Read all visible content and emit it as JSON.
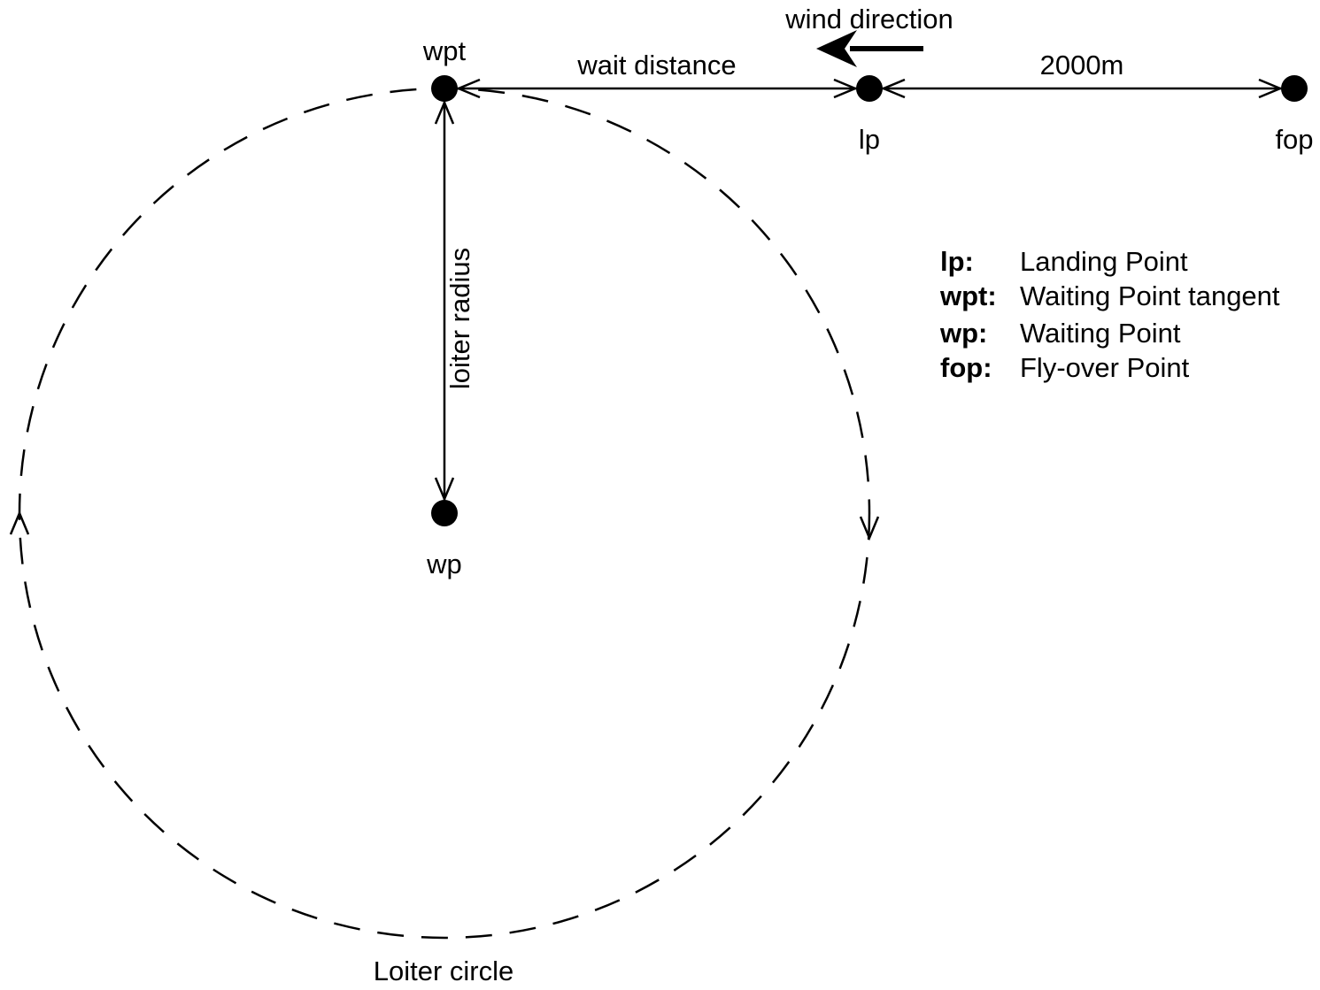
{
  "points": {
    "wpt": "wpt",
    "wp": "wp",
    "lp": "lp",
    "fop": "fop"
  },
  "dimensions": {
    "wait_distance": "wait distance",
    "fixed_distance": "2000m",
    "loiter_radius": "loiter radius"
  },
  "wind": {
    "label": "wind direction"
  },
  "circle": {
    "label": "Loiter circle"
  },
  "legend": [
    {
      "key": "lp:",
      "value": "Landing Point"
    },
    {
      "key": "wpt:",
      "value": "Waiting Point tangent"
    },
    {
      "key": "wp:",
      "value": "Waiting Point"
    },
    {
      "key": "fop:",
      "value": "Fly-over Point"
    }
  ],
  "colors": {
    "ink": "#000000",
    "background": "#ffffff"
  }
}
